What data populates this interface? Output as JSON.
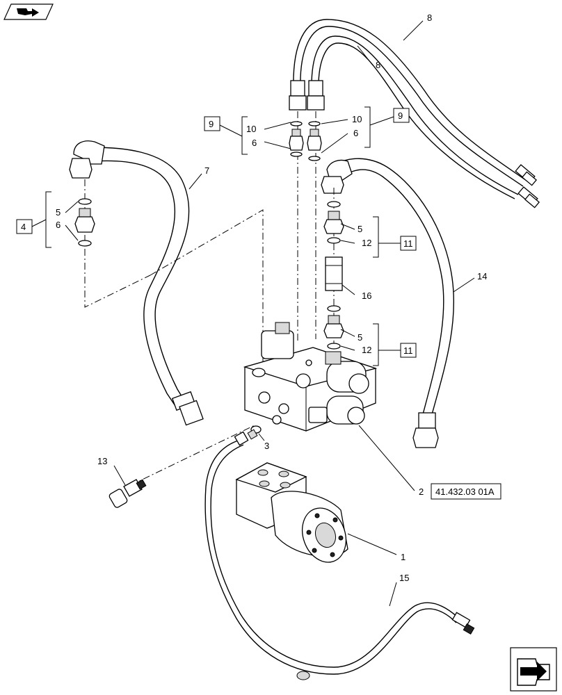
{
  "callouts": {
    "c1": "1",
    "c2": "2",
    "c2_ref": "41.432.03 01A",
    "c3": "3",
    "c4": "4",
    "c5a": "5",
    "c5b": "5",
    "c5c": "5",
    "c6a": "6",
    "c6b": "6",
    "c6c": "6",
    "c7": "7",
    "c8a": "8",
    "c8b": "8",
    "c9a": "9",
    "c9b": "9",
    "c10a": "10",
    "c10b": "10",
    "c11a": "11",
    "c11b": "11",
    "c12a": "12",
    "c12b": "12",
    "c13": "13",
    "c14": "14",
    "c15": "15",
    "c16": "16"
  },
  "icons": {
    "top_left": "book-arrow-icon",
    "bottom_right": "next-page-arrow-icon"
  }
}
